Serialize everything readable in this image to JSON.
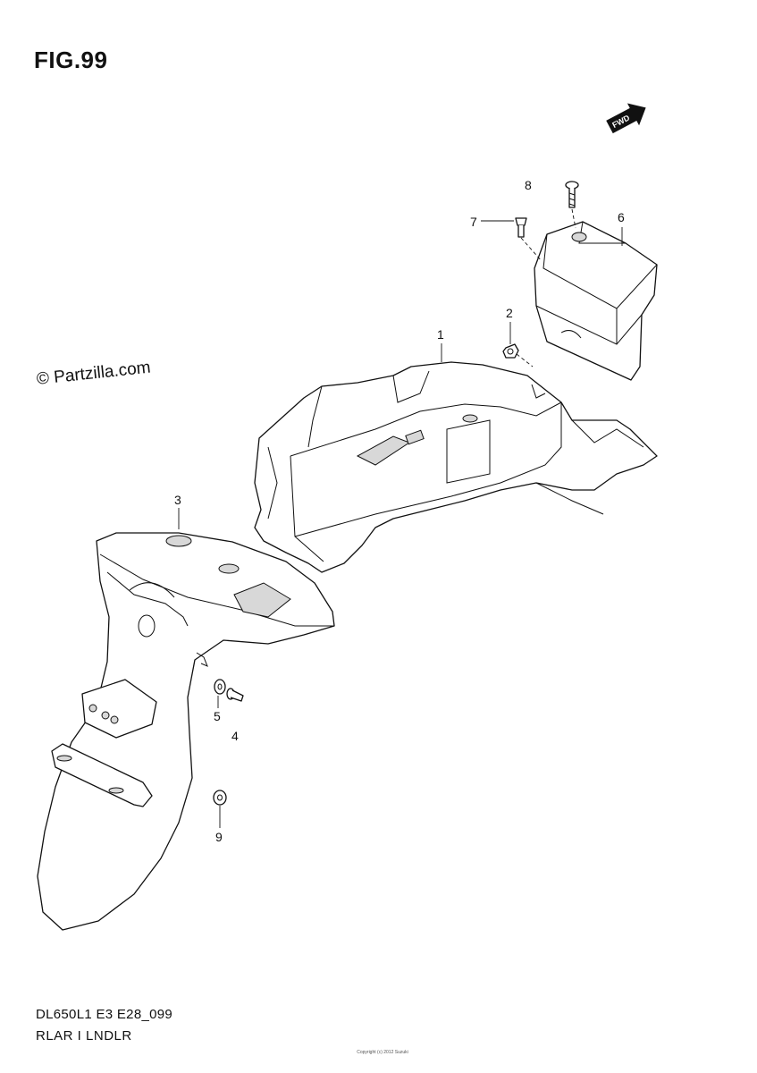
{
  "figure": {
    "title": "FIG.99",
    "code": "DL650L1 E3 E28_099",
    "name": "RLAR I LNDLR",
    "copyright": "© Partzilla.com",
    "fine_print": "Copyright (c) 2012 Suzuki",
    "fwd_label": "FWD"
  },
  "callouts": [
    {
      "id": "1",
      "label": "1"
    },
    {
      "id": "2",
      "label": "2"
    },
    {
      "id": "3",
      "label": "3"
    },
    {
      "id": "4",
      "label": "4"
    },
    {
      "id": "5",
      "label": "5"
    },
    {
      "id": "6",
      "label": "6"
    },
    {
      "id": "7",
      "label": "7"
    },
    {
      "id": "8",
      "label": "8"
    },
    {
      "id": "9",
      "label": "9"
    }
  ]
}
